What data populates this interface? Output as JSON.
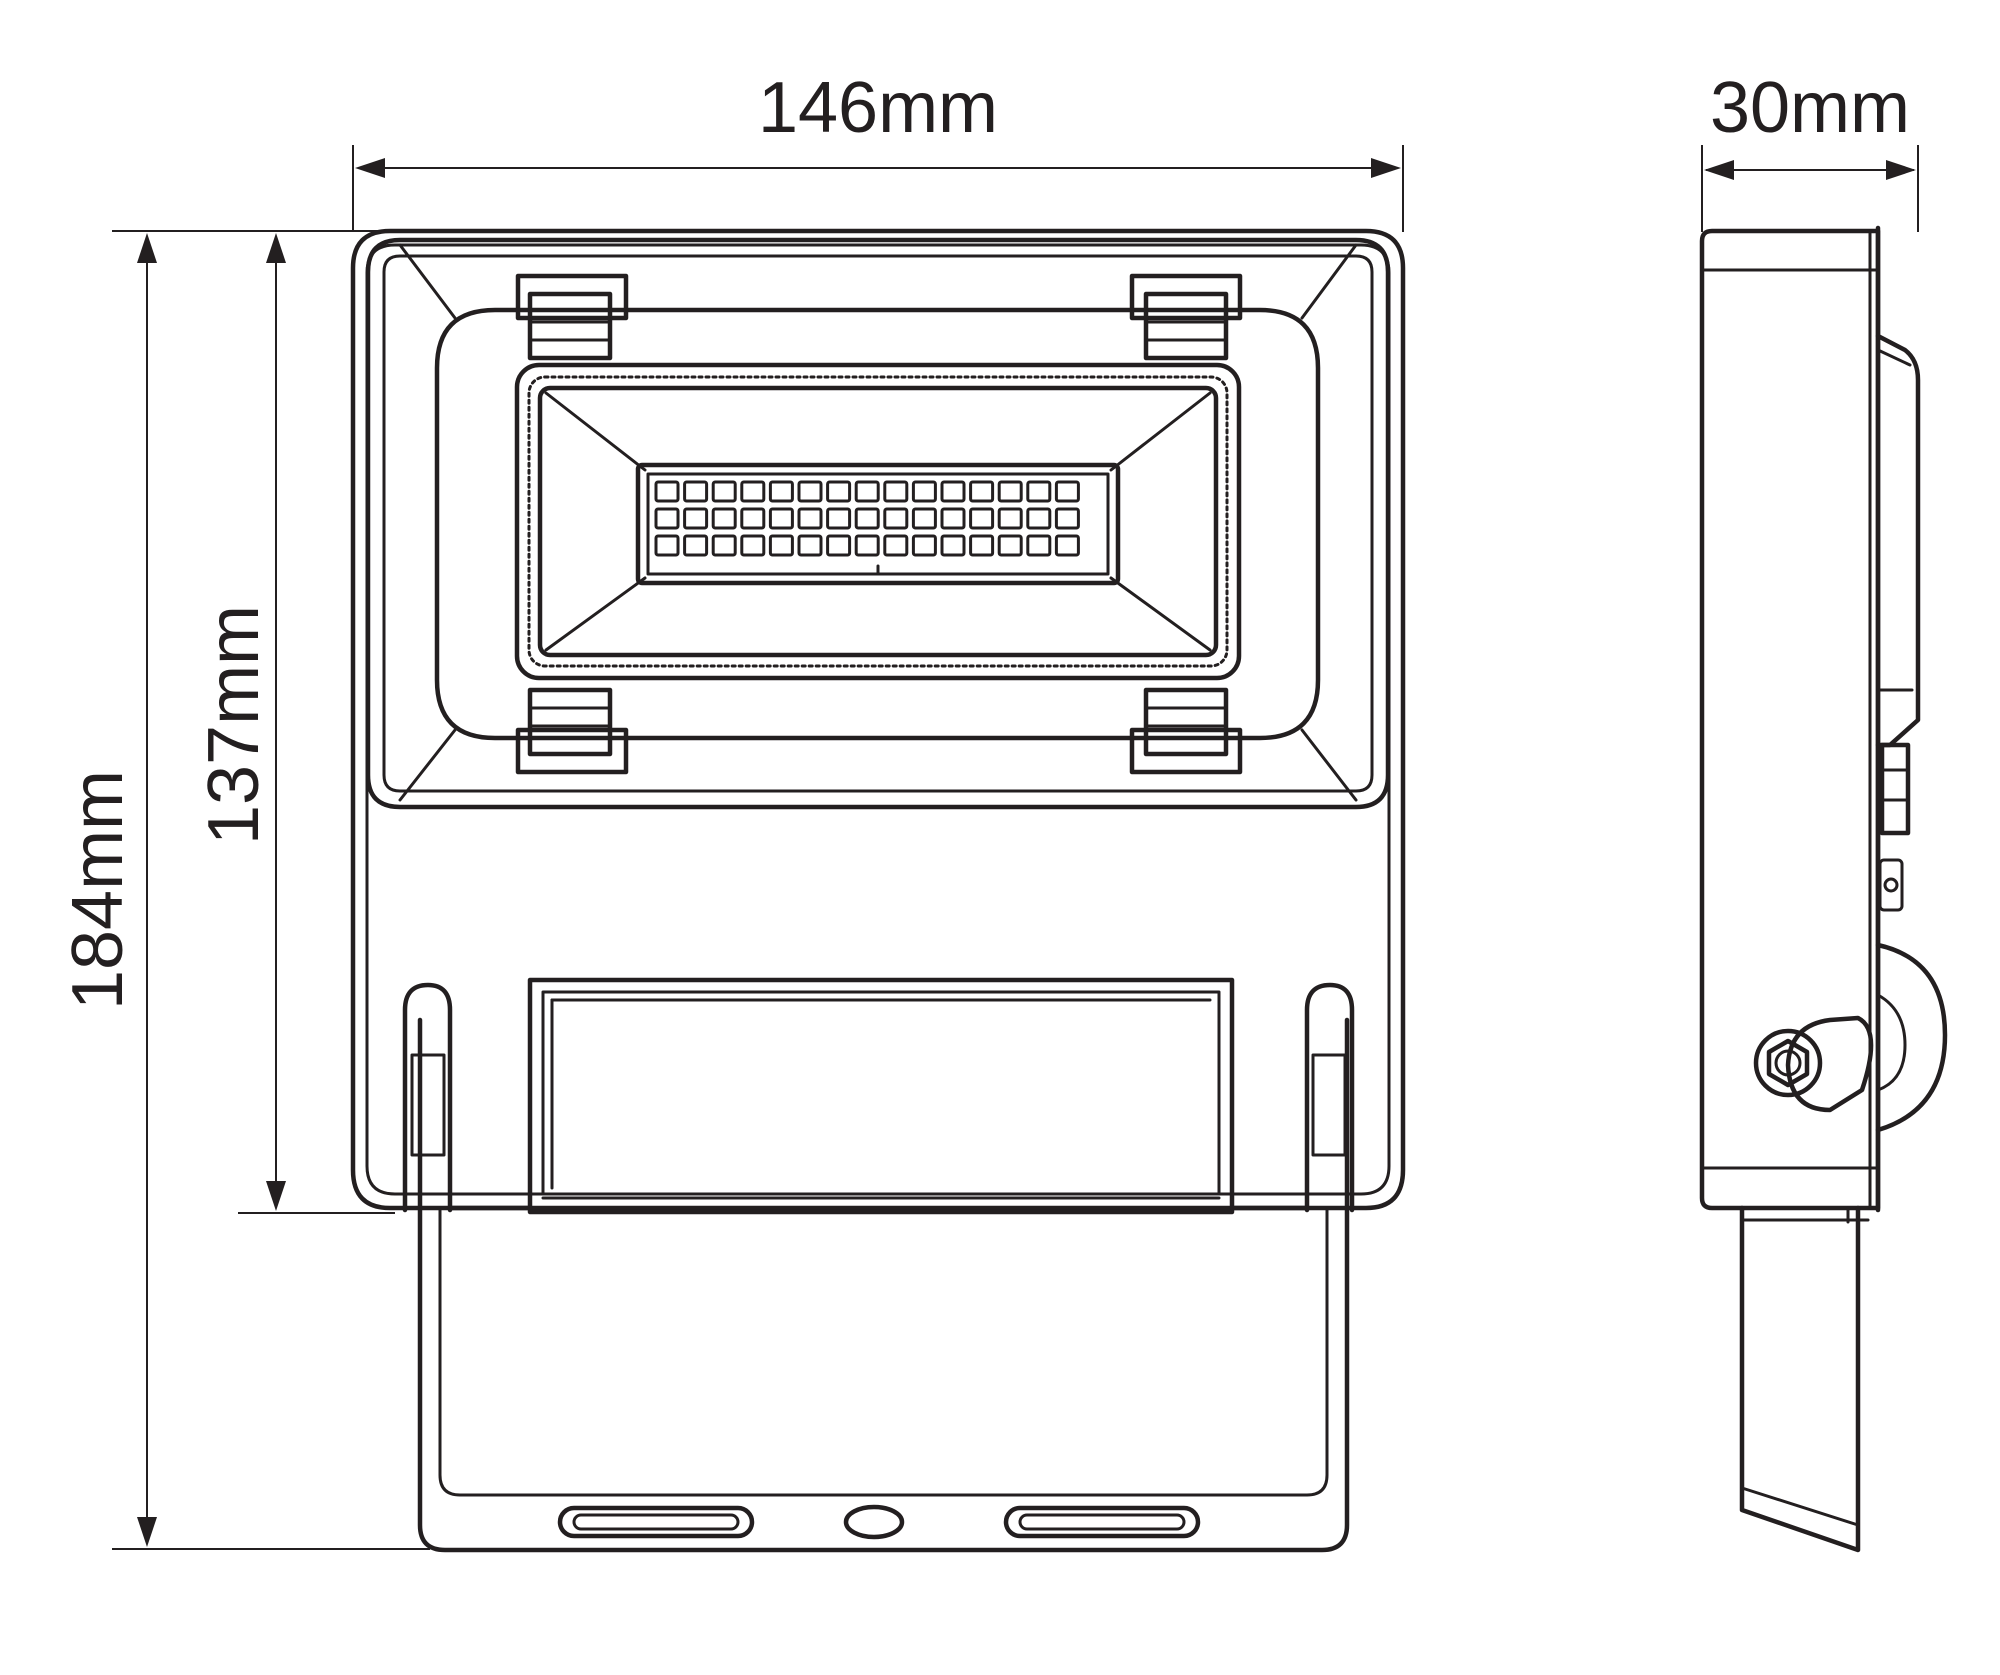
{
  "dimensions": {
    "width": "146mm",
    "depth": "30mm",
    "height_total": "184mm",
    "height_body": "137mm"
  },
  "led_grid": {
    "rows": 3,
    "cols": 15
  },
  "colors": {
    "line": "#231f20",
    "background": "#ffffff"
  }
}
